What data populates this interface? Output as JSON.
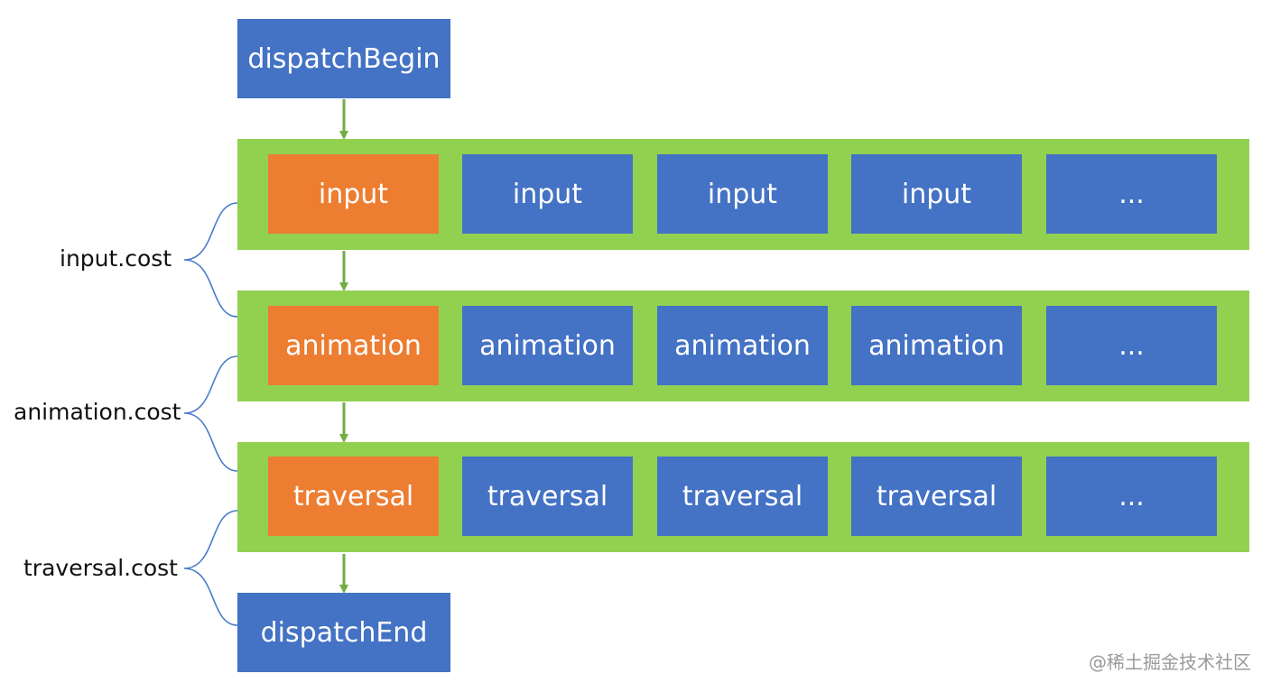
{
  "flow": {
    "begin": "dispatchBegin",
    "end": "dispatchEnd"
  },
  "rows": [
    {
      "id": "input",
      "cells": [
        "input",
        "input",
        "input",
        "input",
        "..."
      ],
      "cost_label": "input.cost"
    },
    {
      "id": "animation",
      "cells": [
        "animation",
        "animation",
        "animation",
        "animation",
        "..."
      ],
      "cost_label": "animation.cost"
    },
    {
      "id": "traversal",
      "cells": [
        "traversal",
        "traversal",
        "traversal",
        "traversal",
        "..."
      ],
      "cost_label": "traversal.cost"
    }
  ],
  "colors": {
    "box_blue": "#4472c4",
    "box_orange": "#ed7d31",
    "band_green": "#92d050",
    "arrow_green": "#70ad47",
    "brace_blue": "#4a7cc9"
  },
  "watermark": "@稀土掘金技术社区"
}
